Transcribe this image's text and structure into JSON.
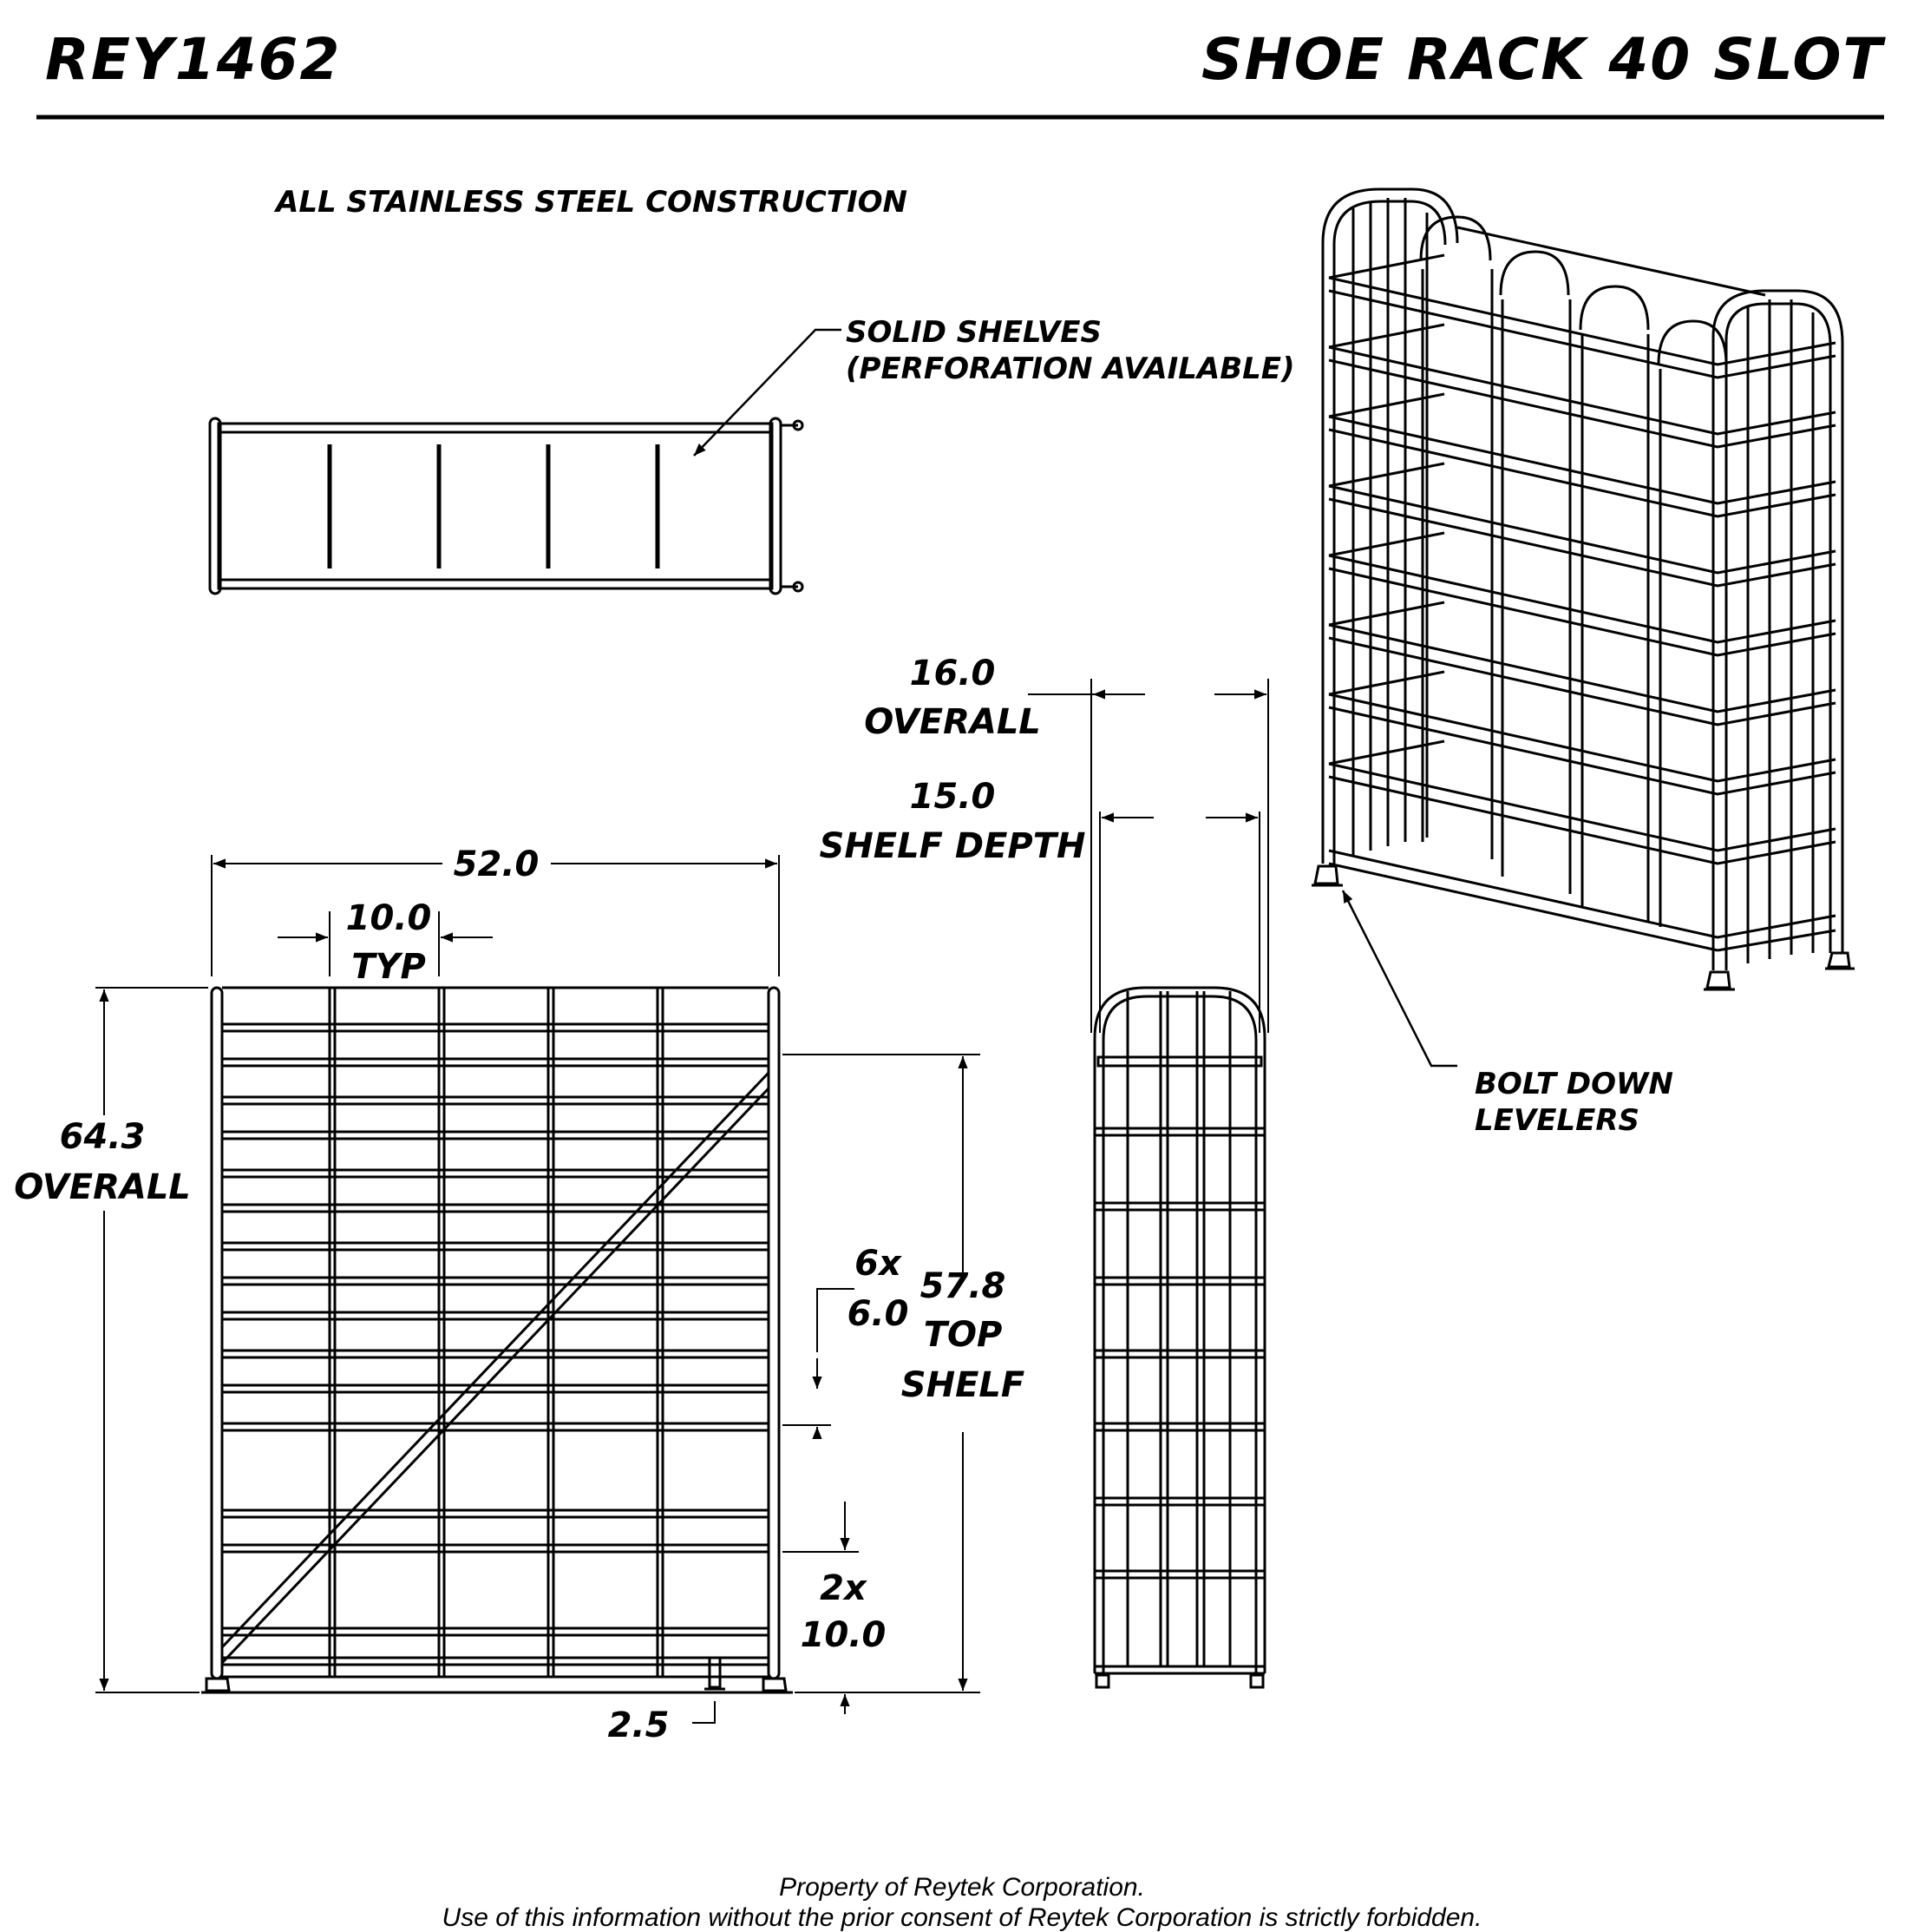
{
  "header": {
    "part_number": "REY1462",
    "title": "SHOE RACK 40 SLOT"
  },
  "notes": {
    "construction": "ALL STAINLESS STEEL CONSTRUCTION",
    "shelves_line1": "SOLID SHELVES",
    "shelves_line2": "(PERFORATION AVAILABLE)",
    "levelers_line1": "BOLT DOWN",
    "levelers_line2": "LEVELERS"
  },
  "dimensions": {
    "width_overall": "52.0",
    "slot_width": "10.0",
    "slot_width_note": "TYP",
    "height_overall": "64.3",
    "height_overall_note": "OVERALL",
    "top_shelf": "57.8",
    "top_shelf_note1": "TOP",
    "top_shelf_note2": "SHELF",
    "shelf_spacing_count": "6x",
    "shelf_spacing": "6.0",
    "bottom_spacing_count": "2x",
    "bottom_spacing": "10.0",
    "floor_clearance": "2.5",
    "depth_overall": "16.0",
    "depth_overall_note": "OVERALL",
    "shelf_depth": "15.0",
    "shelf_depth_note": "SHELF DEPTH"
  },
  "footer": {
    "line1": "Property of Reytek Corporation.",
    "line2": "Use of this information without the prior consent of Reytek Corporation is strictly forbidden."
  }
}
